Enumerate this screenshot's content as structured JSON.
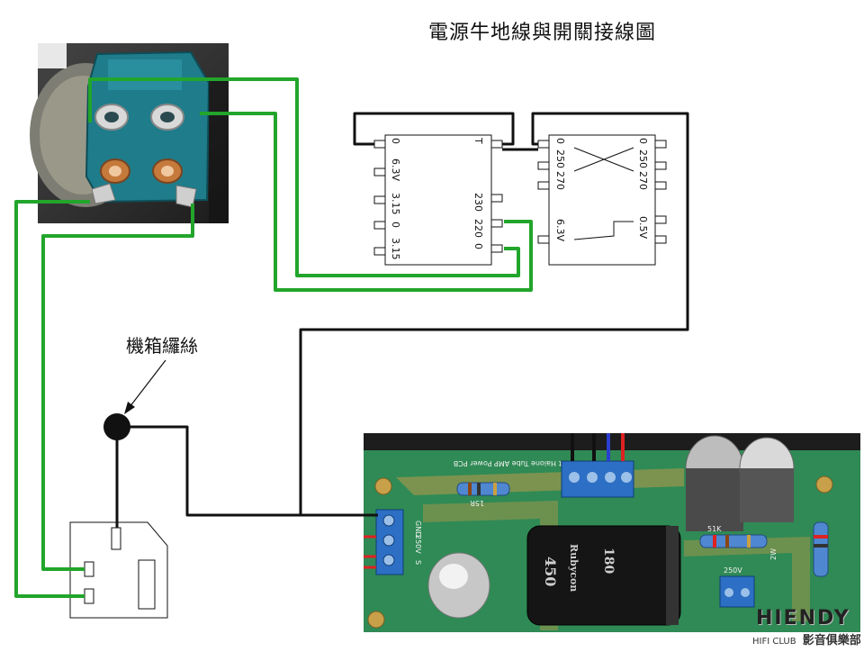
{
  "diagram": {
    "title": "電源牛地線與開關接線圖",
    "chassis_label": "機箱纙絲",
    "transformer_left": {
      "left_pins": [
        "0",
        "6.3V",
        "3.15",
        "0",
        "3.15"
      ],
      "right_pins": [
        "T",
        "230",
        "220",
        "0"
      ]
    },
    "transformer_right": {
      "left_pins": [
        "0",
        "250",
        "270",
        "6.3V"
      ],
      "right_pins": [
        "0",
        "250",
        "270",
        "0.5V"
      ]
    },
    "pcb": {
      "silk_title": "Lopent Haione Tube AMP Power PCB",
      "terminal_labels": [
        "GND",
        "250V",
        "S"
      ],
      "resistor_labels": [
        "15R",
        "51K"
      ],
      "capacitor_text": [
        "450",
        "180",
        "Rubycon"
      ],
      "small_labels": [
        "2W",
        "250V"
      ]
    },
    "brand": {
      "name": "HIENDY",
      "sub_en": "HIFI CLUB",
      "sub_cn": "影音俱樂部"
    },
    "colors": {
      "wire_green": "#22a52b",
      "wire_black": "#111111",
      "pcb_green": "#2f8a55",
      "socket_blue": "#1e7d8e",
      "terminal_blue": "#2c6fc4"
    }
  }
}
